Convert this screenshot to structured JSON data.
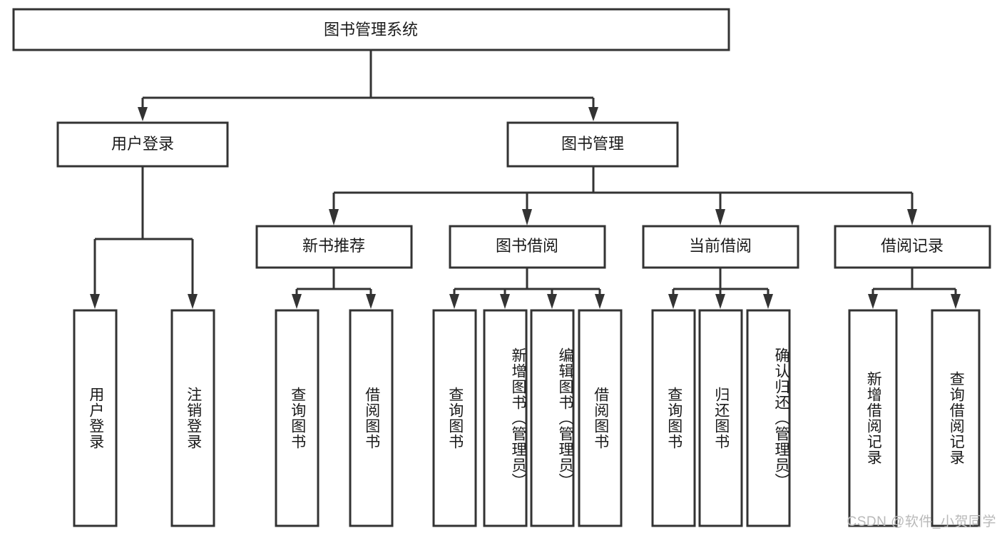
{
  "diagram": {
    "title": "图书管理系统",
    "type": "hierarchy-tree",
    "watermark": "CSDN @软件_小贺同学",
    "colors": {
      "stroke": "#333333",
      "fill": "#ffffff",
      "text": "#1a1a1a",
      "watermark": "#b9b9b9"
    },
    "levels": {
      "level1": [
        {
          "id": "root",
          "label": "图书管理系统"
        }
      ],
      "level2": [
        {
          "id": "user-login",
          "label": "用户登录"
        },
        {
          "id": "book-manage",
          "label": "图书管理"
        }
      ],
      "level3": [
        {
          "id": "new-book-rec",
          "label": "新书推荐"
        },
        {
          "id": "book-borrow",
          "label": "图书借阅"
        },
        {
          "id": "current-borrow",
          "label": "当前借阅"
        },
        {
          "id": "borrow-record",
          "label": "借阅记录"
        }
      ],
      "leaves": [
        {
          "id": "leaf-user-login",
          "label": "用户登录",
          "parent": "user-login"
        },
        {
          "id": "leaf-logout",
          "label": "注销登录",
          "parent": "user-login"
        },
        {
          "id": "leaf-query-book-1",
          "label": "查询图书",
          "parent": "new-book-rec"
        },
        {
          "id": "leaf-borrow-book-1",
          "label": "借阅图书",
          "parent": "new-book-rec"
        },
        {
          "id": "leaf-query-book-2",
          "label": "查询图书",
          "parent": "book-borrow"
        },
        {
          "id": "leaf-add-book",
          "label": "新增图书（管理员）",
          "parent": "book-borrow"
        },
        {
          "id": "leaf-edit-book",
          "label": "编辑图书（管理员）",
          "parent": "book-borrow"
        },
        {
          "id": "leaf-borrow-book-2",
          "label": "借阅图书",
          "parent": "book-borrow"
        },
        {
          "id": "leaf-query-book-3",
          "label": "查询图书",
          "parent": "current-borrow"
        },
        {
          "id": "leaf-return-book",
          "label": "归还图书",
          "parent": "current-borrow"
        },
        {
          "id": "leaf-confirm-return",
          "label": "确认归还（管理员）",
          "parent": "current-borrow"
        },
        {
          "id": "leaf-add-record",
          "label": "新增借阅记录",
          "parent": "borrow-record"
        },
        {
          "id": "leaf-query-record",
          "label": "查询借阅记录",
          "parent": "borrow-record"
        }
      ]
    }
  }
}
